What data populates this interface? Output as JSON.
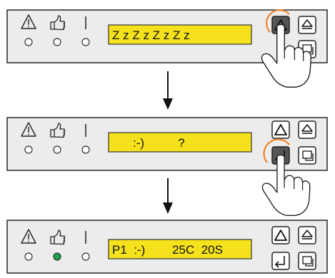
{
  "colors": {
    "panel_fill": "#ececec",
    "panel_stroke": "#333333",
    "lcd_fill": "#f5e11c",
    "led_green": "#1aa34a",
    "highlight_ring": "#f0842a",
    "pressed_button": "#555555"
  },
  "panels": [
    {
      "lcd_text": "Z z Z z Z z Z z",
      "leds": [
        "off",
        "off",
        "off"
      ],
      "pressed_button": "up-button"
    },
    {
      "lcd_text": ":-)          ?",
      "leds": [
        "off",
        "off",
        "off"
      ],
      "pressed_button": "enter-button"
    },
    {
      "lcd_text": "P1  :-)        25C  20S",
      "leds": [
        "off",
        "on",
        "off"
      ],
      "pressed_button": null
    }
  ],
  "icons": {
    "alarm": "warning-triangle-icon",
    "ok": "thumbs-up-icon",
    "power": "power-line-icon",
    "up": "up-triangle-icon",
    "eject": "eject-icon",
    "enter": "enter-return-icon",
    "menu": "menu-screen-icon",
    "arrow": "down-arrow-icon",
    "hand": "pointing-hand-icon"
  }
}
